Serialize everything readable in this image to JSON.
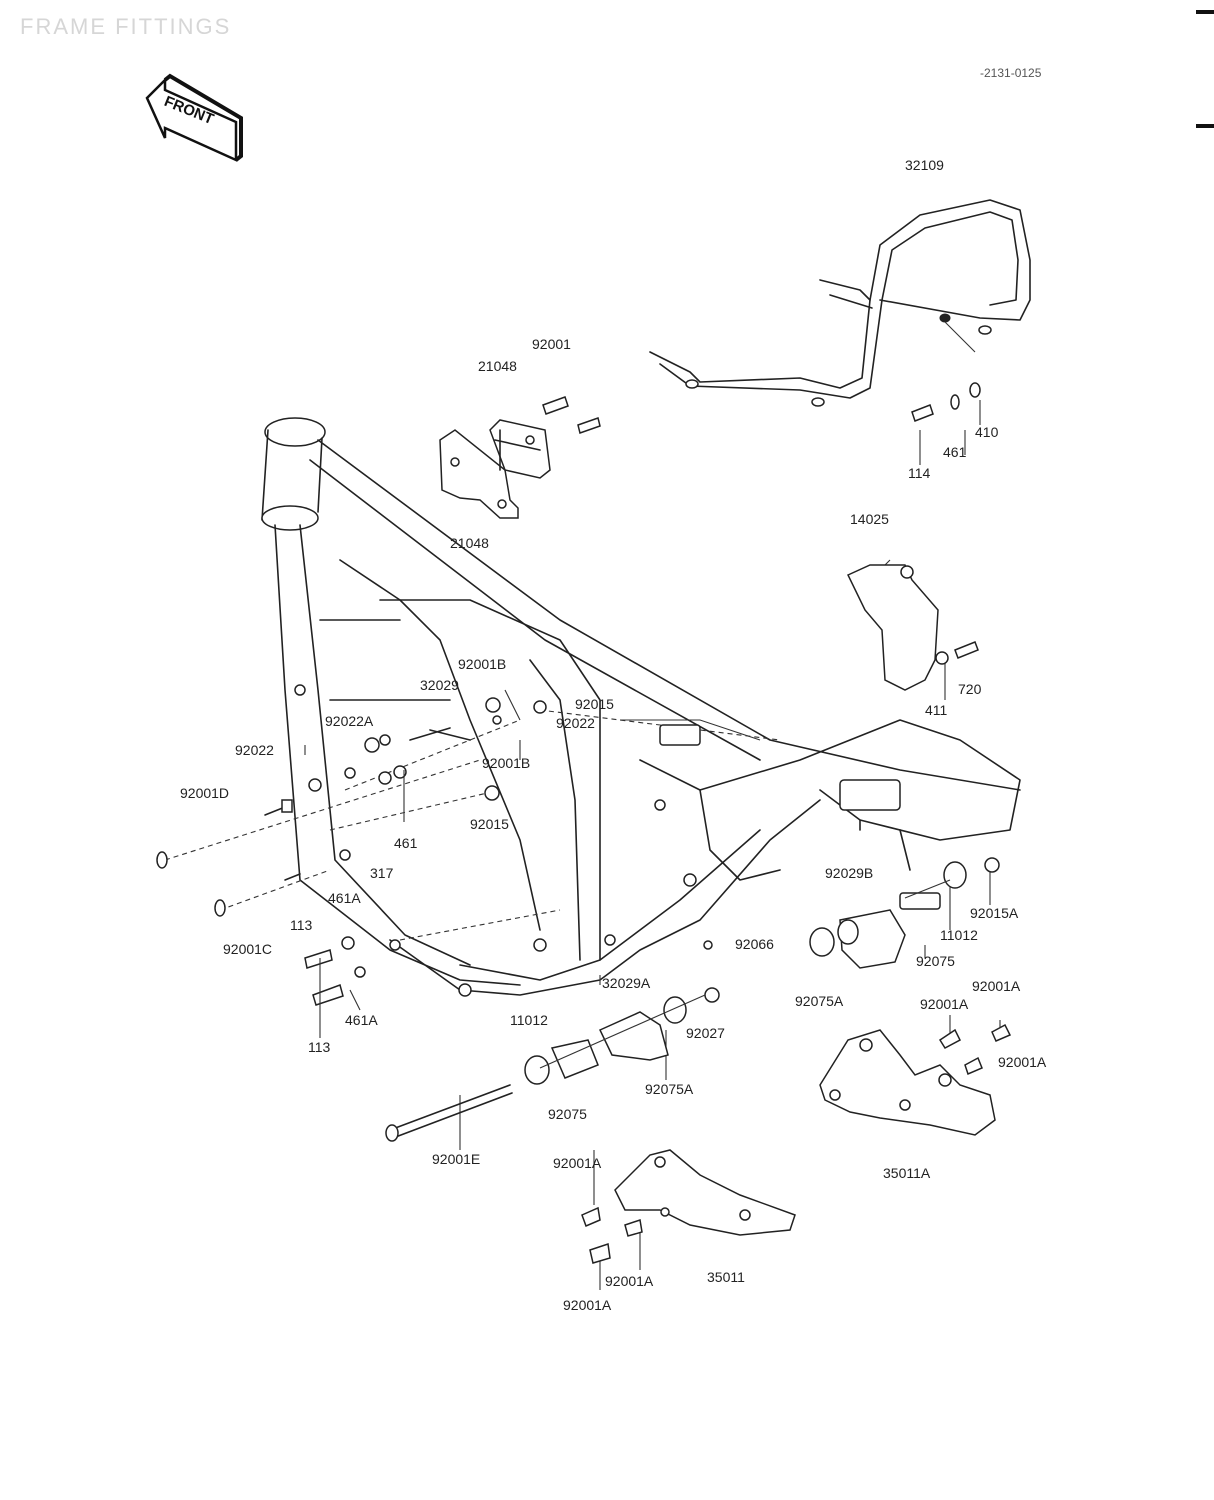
{
  "header": {
    "title": "FRAME FITTINGS",
    "ref": "-2131-0125"
  },
  "front_arrow": {
    "label": "FRONT"
  },
  "labels": [
    {
      "id": "32109",
      "text": "32109"
    },
    {
      "id": "92001-top",
      "text": "92001"
    },
    {
      "id": "21048-top",
      "text": "21048"
    },
    {
      "id": "21048-bot",
      "text": "21048"
    },
    {
      "id": "410",
      "text": "410"
    },
    {
      "id": "461-top",
      "text": "461"
    },
    {
      "id": "114",
      "text": "114"
    },
    {
      "id": "14025",
      "text": "14025"
    },
    {
      "id": "720",
      "text": "720"
    },
    {
      "id": "411",
      "text": "411"
    },
    {
      "id": "92001B-a",
      "text": "92001B"
    },
    {
      "id": "32029",
      "text": "32029"
    },
    {
      "id": "92015-a",
      "text": "92015"
    },
    {
      "id": "92022-a",
      "text": "92022"
    },
    {
      "id": "92022A",
      "text": "92022A"
    },
    {
      "id": "92022-b",
      "text": "92022"
    },
    {
      "id": "92001B-b",
      "text": "92001B"
    },
    {
      "id": "92001D",
      "text": "92001D"
    },
    {
      "id": "92015-b",
      "text": "92015"
    },
    {
      "id": "461-mid",
      "text": "461"
    },
    {
      "id": "317",
      "text": "317"
    },
    {
      "id": "461A-a",
      "text": "461A"
    },
    {
      "id": "113-a",
      "text": "113"
    },
    {
      "id": "92001C",
      "text": "92001C"
    },
    {
      "id": "461A-b",
      "text": "461A"
    },
    {
      "id": "113-b",
      "text": "113"
    },
    {
      "id": "92029B",
      "text": "92029B"
    },
    {
      "id": "92015A",
      "text": "92015A"
    },
    {
      "id": "11012-r",
      "text": "11012"
    },
    {
      "id": "92066",
      "text": "92066"
    },
    {
      "id": "92075-r",
      "text": "92075"
    },
    {
      "id": "32029A",
      "text": "32029A"
    },
    {
      "id": "92075A-r",
      "text": "92075A"
    },
    {
      "id": "92001A-a",
      "text": "92001A"
    },
    {
      "id": "92001A-b",
      "text": "92001A"
    },
    {
      "id": "92001A-c",
      "text": "92001A"
    },
    {
      "id": "11012-l",
      "text": "11012"
    },
    {
      "id": "92027",
      "text": "92027"
    },
    {
      "id": "92075A-l",
      "text": "92075A"
    },
    {
      "id": "92075-l",
      "text": "92075"
    },
    {
      "id": "92001E",
      "text": "92001E"
    },
    {
      "id": "35011A",
      "text": "35011A"
    },
    {
      "id": "92001A-d",
      "text": "92001A"
    },
    {
      "id": "92001A-e",
      "text": "92001A"
    },
    {
      "id": "35011",
      "text": "35011"
    },
    {
      "id": "92001A-f",
      "text": "92001A"
    }
  ]
}
